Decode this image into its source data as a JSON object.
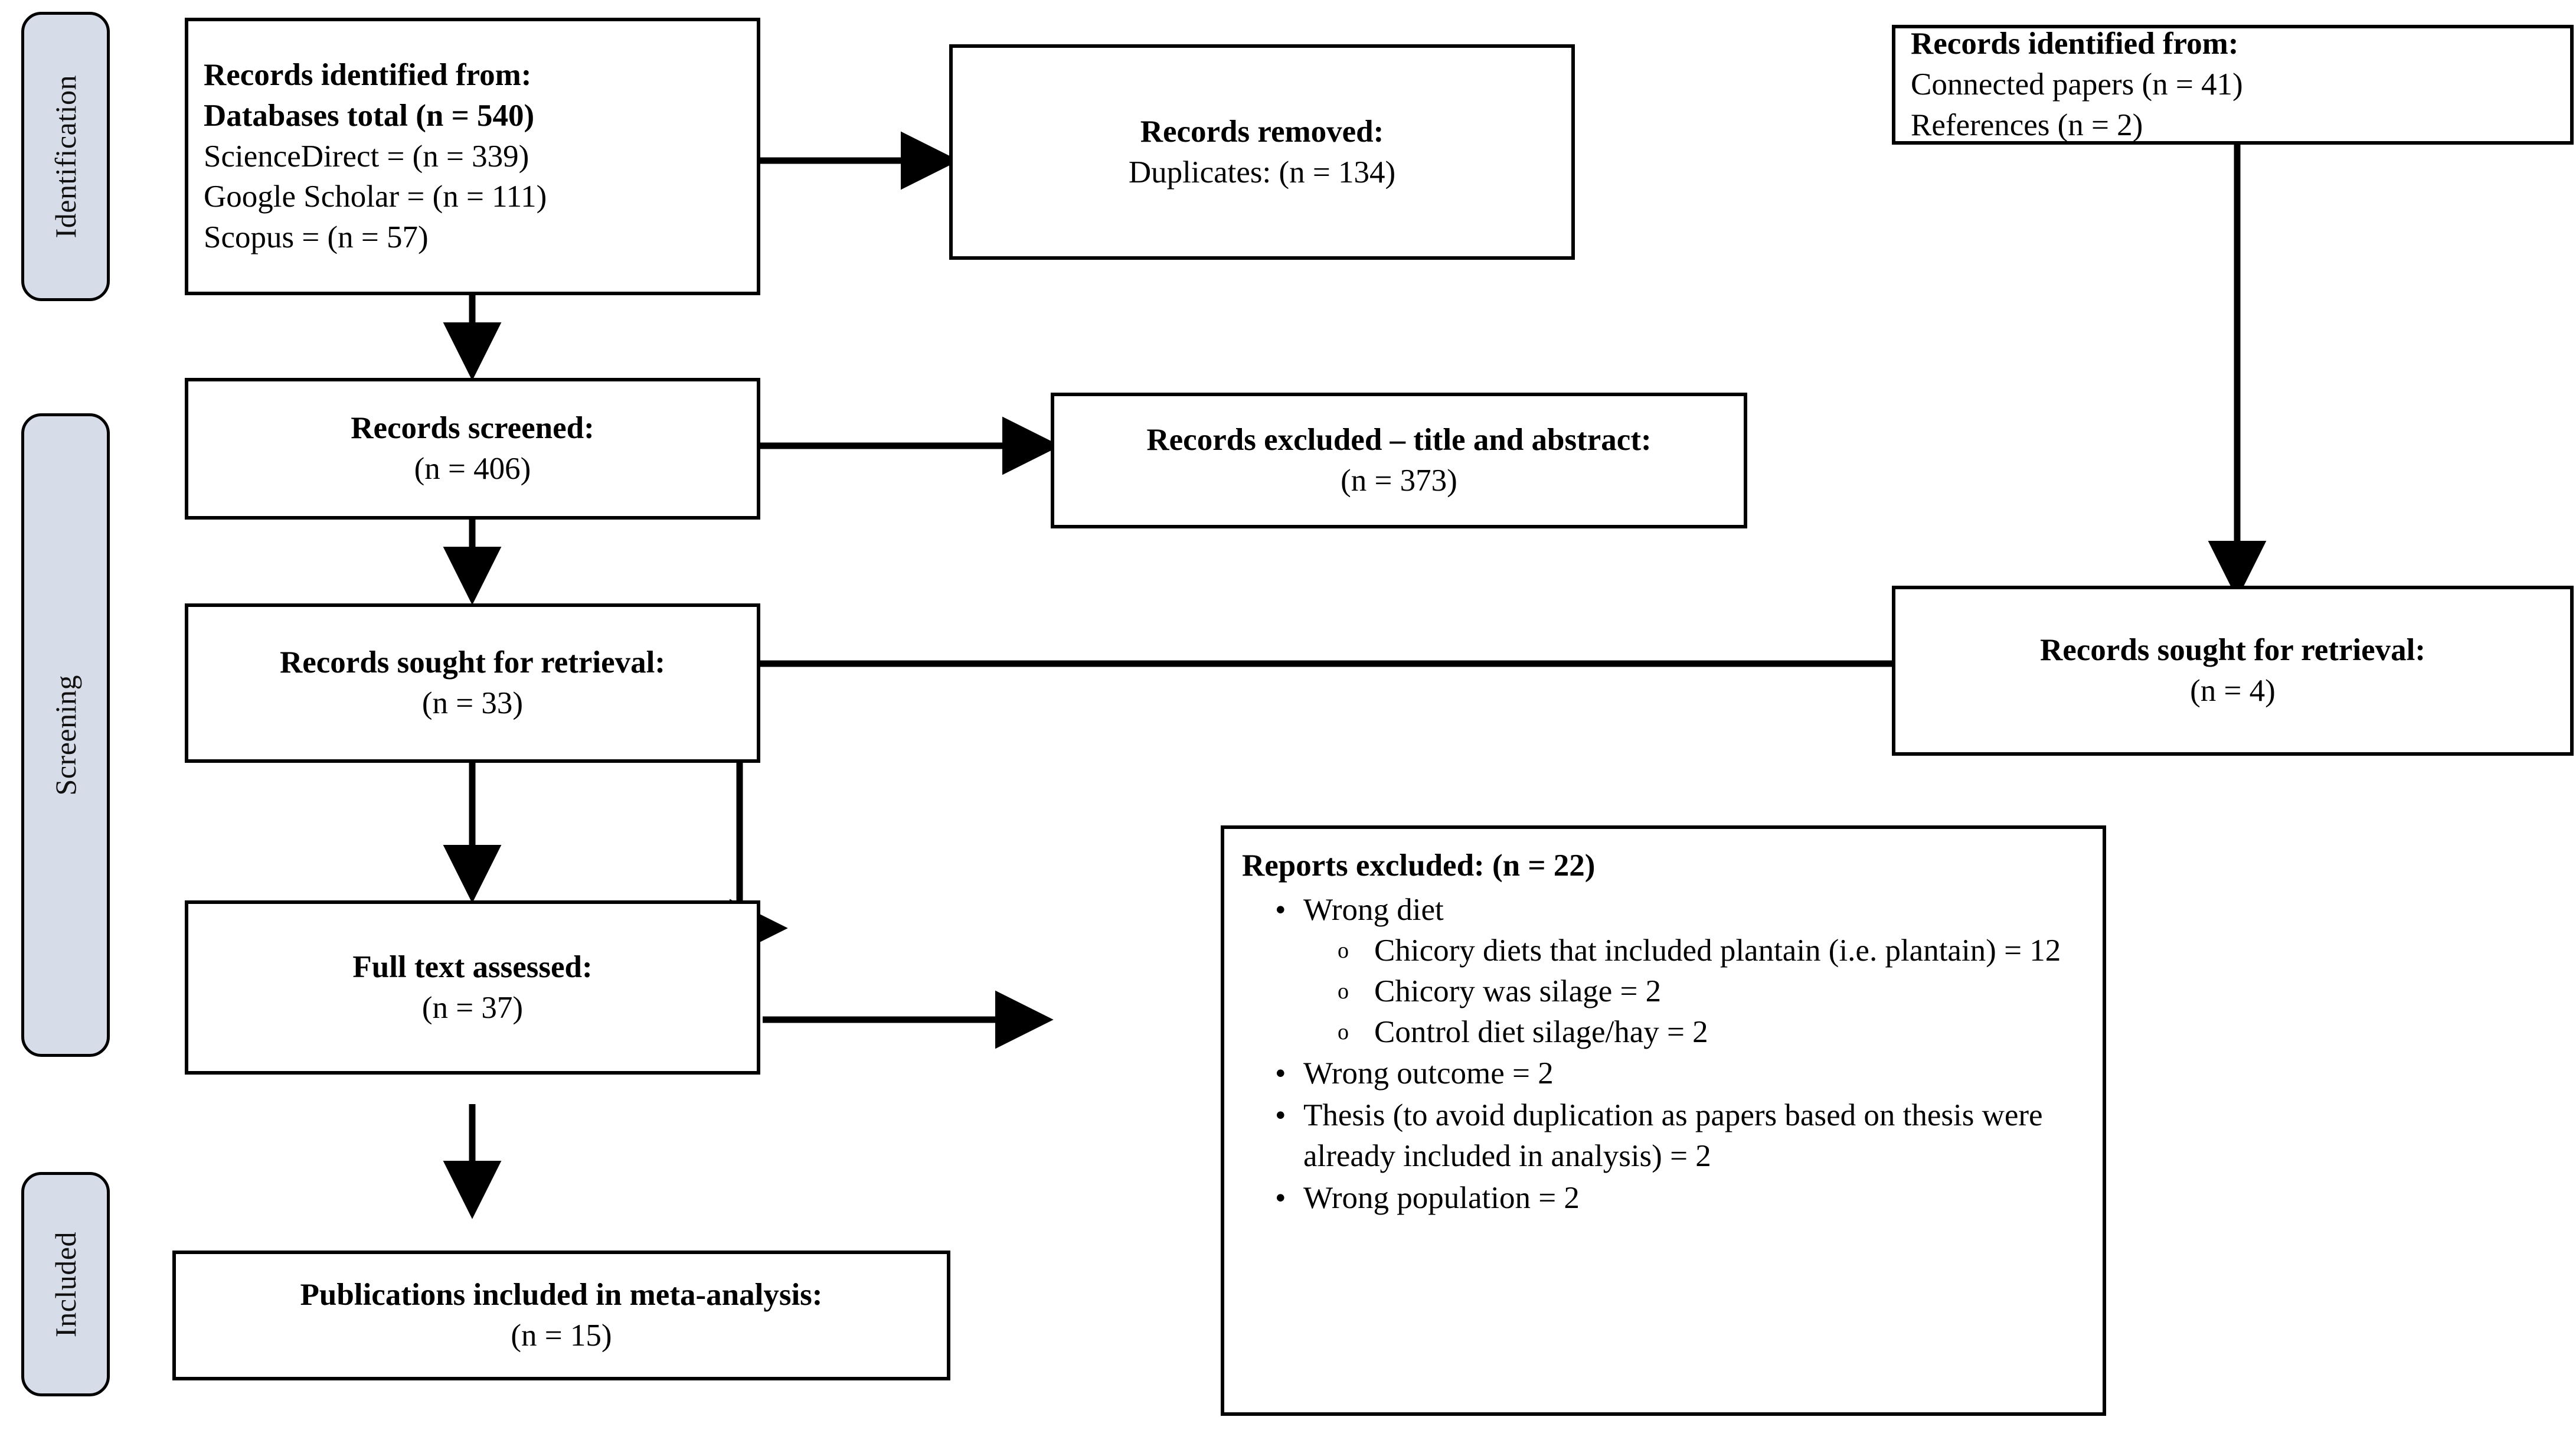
{
  "diagram": {
    "title": "PRISMA flow diagram",
    "stroke_color": "#000000",
    "rail_fill_color": "#d6dce8",
    "box_fill_color": "#ffffff"
  },
  "phases": [
    {
      "id": "identification",
      "label": "Identification"
    },
    {
      "id": "screening",
      "label": "Screening"
    },
    {
      "id": "included",
      "label": "Included"
    }
  ],
  "boxes": {
    "identified_databases": {
      "name": "records-identified-databases",
      "lines": [
        {
          "text": "Records identified from:",
          "bold": true
        },
        {
          "text": "Databases total (n = 540)",
          "bold": true
        },
        {
          "text": "ScienceDirect = (n = 339)",
          "bold": false
        },
        {
          "text": "Google Scholar = (n = 111)",
          "bold": false
        },
        {
          "text": "Scopus = (n = 57)",
          "bold": false
        }
      ]
    },
    "records_removed": {
      "name": "records-removed",
      "lines": [
        {
          "text": "Records removed:",
          "bold": true
        },
        {
          "text": "Duplicates: (n = 134)",
          "bold": false
        }
      ]
    },
    "identified_other": {
      "name": "records-identified-other-methods",
      "lines": [
        {
          "text": "Records identified from:",
          "bold": true
        },
        {
          "text": "Connected papers (n = 41)",
          "bold": false
        },
        {
          "text": "References (n = 2)",
          "bold": false
        }
      ]
    },
    "records_screened": {
      "name": "records-screened",
      "lines": [
        {
          "text": "Records screened:",
          "bold": true
        },
        {
          "text": "(n = 406)",
          "bold": false
        }
      ]
    },
    "records_excluded": {
      "name": "records-excluded-title-abstract",
      "lines": [
        {
          "text": "Records excluded – title and abstract:",
          "bold": true
        },
        {
          "text": "(n = 373)",
          "bold": false
        }
      ]
    },
    "sought_left": {
      "name": "records-sought-for-retrieval-databases",
      "lines": [
        {
          "text": "Records sought for retrieval:",
          "bold": true
        },
        {
          "text": "(n = 33)",
          "bold": false
        }
      ]
    },
    "sought_right": {
      "name": "records-sought-for-retrieval-other",
      "lines": [
        {
          "text": "Records sought for retrieval:",
          "bold": true
        },
        {
          "text": "(n = 4)",
          "bold": false
        }
      ]
    },
    "full_text": {
      "name": "full-text-assessed",
      "lines": [
        {
          "text": "Full text assessed:",
          "bold": true
        },
        {
          "text": "(n = 37)",
          "bold": false
        }
      ]
    },
    "publications_included": {
      "name": "publications-included-meta-analysis",
      "lines": [
        {
          "text": "Publications included in meta-analysis:",
          "bold": true
        },
        {
          "text": "(n = 15)",
          "bold": false
        }
      ]
    },
    "reports_excluded": {
      "name": "reports-excluded",
      "heading": "Reports excluded: (n = 22)",
      "bullet_disc": "•",
      "bullet_circle": "o",
      "items": [
        {
          "text": "Wrong diet",
          "children": [
            {
              "text": "Chicory diets that included plantain (i.e. plantain) = 12"
            },
            {
              "text": "Chicory was silage = 2"
            },
            {
              "text": "Control diet silage/hay = 2"
            }
          ]
        },
        {
          "text": "Wrong outcome = 2",
          "children": []
        },
        {
          "text": "Thesis (to avoid duplication as papers based on thesis were already included in analysis) = 2",
          "children": []
        },
        {
          "text": "Wrong population = 2",
          "children": []
        }
      ]
    }
  },
  "connectors": [
    {
      "name": "identified-to-screened",
      "from": "identified_databases",
      "to": "records_screened",
      "kind": "vertical-arrow"
    },
    {
      "name": "identified-to-removed",
      "from": "identified_databases",
      "to": "records_removed",
      "kind": "horizontal-arrow"
    },
    {
      "name": "screened-to-excluded",
      "from": "records_screened",
      "to": "records_excluded",
      "kind": "horizontal-arrow"
    },
    {
      "name": "screened-to-sought",
      "from": "records_screened",
      "to": "sought_left",
      "kind": "vertical-arrow"
    },
    {
      "name": "sought-to-fulltext",
      "from": "sought_left",
      "to": "full_text",
      "kind": "vertical-arrow"
    },
    {
      "name": "other-identified-to-sought-right",
      "from": "identified_other",
      "to": "sought_right",
      "kind": "vertical-arrow"
    },
    {
      "name": "sought-right-to-fulltext",
      "from": "sought_right",
      "to": "full_text",
      "kind": "elbow-arrow"
    },
    {
      "name": "fulltext-to-reports-excluded",
      "from": "full_text",
      "to": "reports_excluded",
      "kind": "horizontal-arrow"
    },
    {
      "name": "fulltext-to-publications",
      "from": "full_text",
      "to": "publications_included",
      "kind": "vertical-arrow"
    }
  ]
}
